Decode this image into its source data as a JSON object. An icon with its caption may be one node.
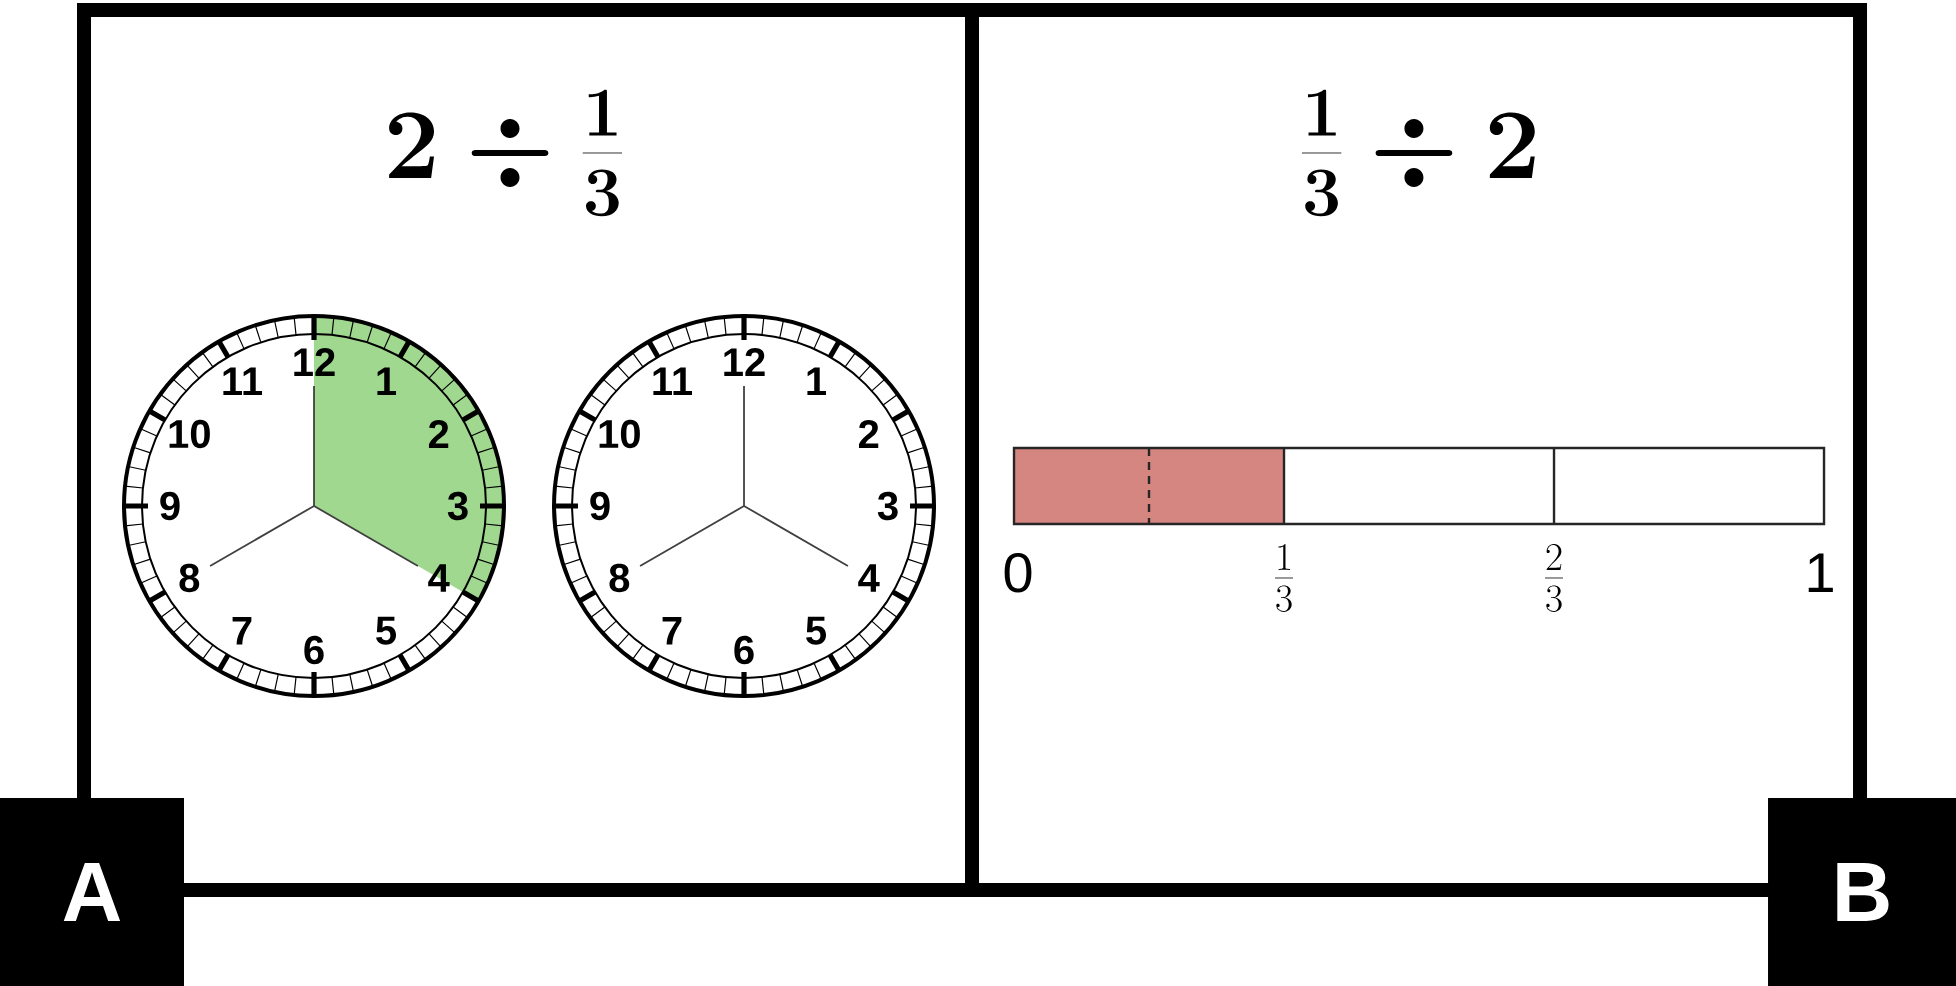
{
  "diagram": {
    "nodes": [
      {
        "text": [
          "2 \\div \\frac{1}{3}"
        ]
      },
      {
        "text": [
          "12",
          "11",
          "1",
          "10",
          "2",
          "9",
          "3",
          "8",
          "4",
          "7",
          "5",
          "6"
        ],
        "in": 0
      },
      {
        "text": [
          "12",
          "11",
          "1",
          "10",
          "2",
          "9",
          "3",
          "8",
          "4",
          "7",
          "5",
          "6"
        ],
        "in": 0
      },
      {
        "text": [
          "\\frac{1}{3} \\div 2"
        ]
      },
      {
        "text": [],
        "shape": "bar",
        "in": 3,
        "beside": [
          "0",
          "\\frac{1}{3}",
          "\\frac{2}{3}",
          "1"
        ]
      },
      {
        "text": [
          "A"
        ]
      },
      {
        "text": [
          "B"
        ]
      }
    ]
  }
}
